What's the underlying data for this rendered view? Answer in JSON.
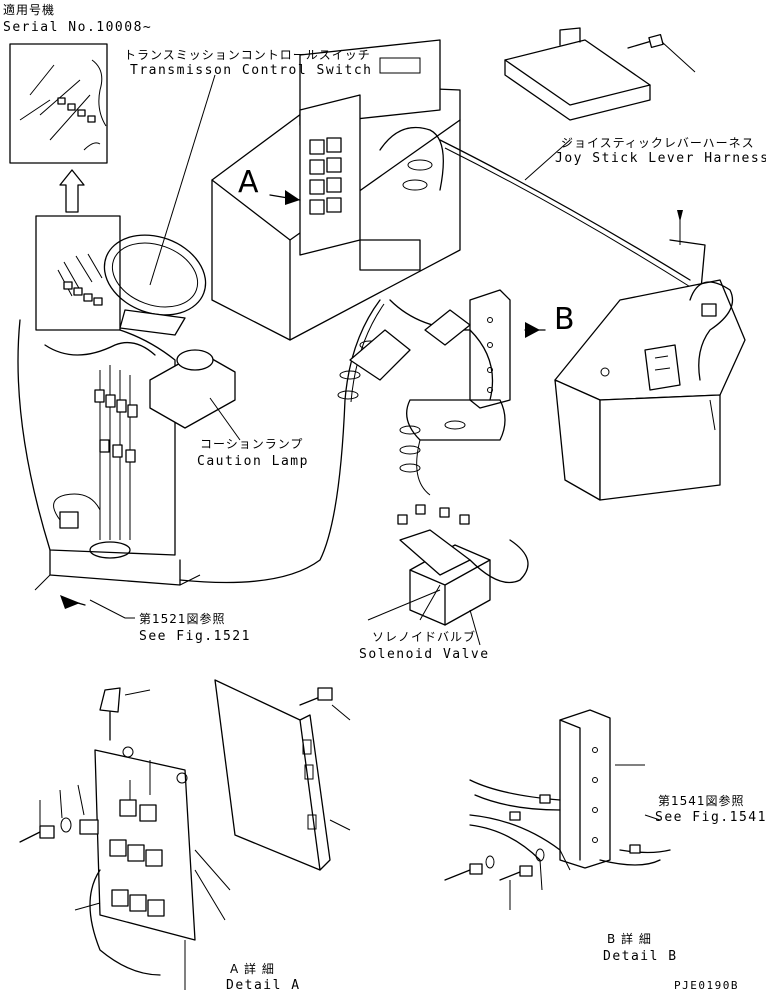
{
  "labels": {
    "serial_jp": "適用号機",
    "serial_en": "Serial No.10008~",
    "transmission_jp": "トランスミッションコントロールスイッチ",
    "transmission_en": "Transmisson Control Switch",
    "joystick_jp": "ジョイスティックレバーハーネス",
    "joystick_en": "Joy Stick Lever Harness",
    "callout_a": "A",
    "callout_b": "B",
    "caution_jp": "コーションランプ",
    "caution_en": "Caution Lamp",
    "fig1521_jp": "第1521図参照",
    "fig1521_en": "See Fig.1521",
    "solenoid_jp": "ソレノイドバルブ",
    "solenoid_en": "Solenoid Valve",
    "fig1541_jp": "第1541図参照",
    "fig1541_en": "See Fig.1541",
    "detail_b_jp": "B 詳 細",
    "detail_b_en": "Detail B",
    "detail_a_jp": "A 詳 細",
    "detail_a_en": "Detail A",
    "drawing_number": "PJE0190B"
  }
}
